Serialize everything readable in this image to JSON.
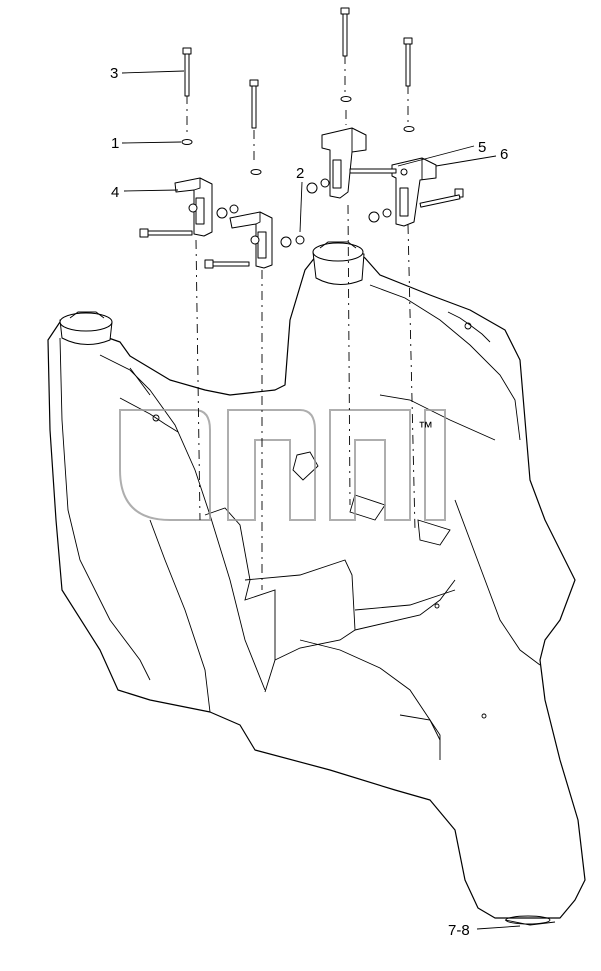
{
  "callouts": {
    "c1": "1",
    "c2": "2",
    "c3": "3",
    "c4": "4",
    "c5": "5",
    "c6": "6",
    "c78": "7-8"
  },
  "watermark": {
    "trademark": "™"
  }
}
